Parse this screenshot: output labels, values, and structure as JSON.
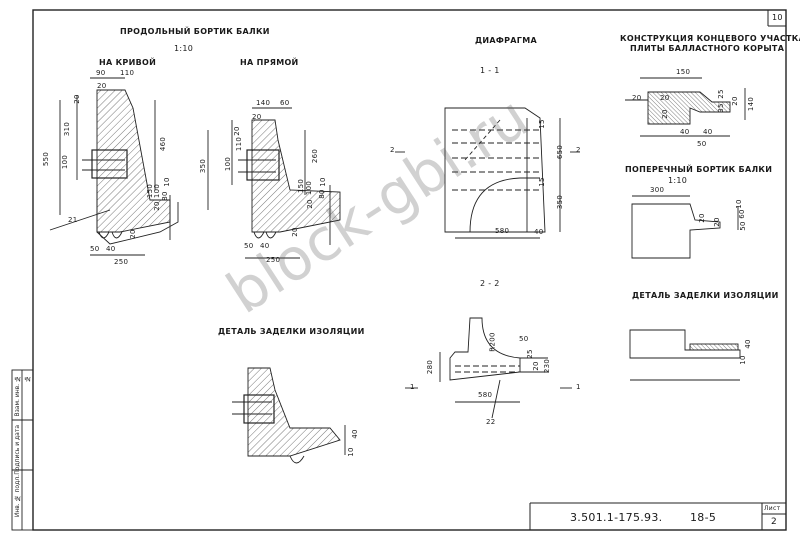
{
  "sheet_corner_number": "10",
  "side_stamp": {
    "cells": [
      "Инв. № подл.",
      "Подпись и дата",
      "Взам. инв. №"
    ],
    "mark": "№"
  },
  "title_block": {
    "code": "3.501.1-175.93.",
    "section": "18-5",
    "list_label": "Лист",
    "list_number": "2"
  },
  "watermark": "block-gbi.ru",
  "views": {
    "longitudinal": {
      "title": "ПРОДОЛЬНЫЙ БОРТИК БАЛКИ",
      "scale": "1:10",
      "curve_title": "НА КРИВОЙ",
      "straight_title": "НА ПРЯМОЙ"
    },
    "diaphragm": {
      "title": "ДИАФРАГМА",
      "section_1": "1 - 1",
      "section_2": "2 - 2"
    },
    "end_section": {
      "title_line1": "КОНСТРУКЦИЯ КОНЦЕВОГО УЧАСТКА",
      "title_line2": "ПЛИТЫ БАЛЛАСТНОГО КОРЫТА"
    },
    "transverse": {
      "title": "ПОПЕРЕЧНЫЙ БОРТИК БАЛКИ",
      "scale": "1:10"
    },
    "insulation_right": {
      "title": "ДЕТАЛЬ ЗАДЕЛКИ ИЗОЛЯЦИИ"
    },
    "insulation_left": {
      "title": "ДЕТАЛЬ ЗАДЕЛКИ ИЗОЛЯЦИИ"
    }
  },
  "dimensions": {
    "curve": [
      "90",
      "110",
      "20",
      "20",
      "310",
      "550",
      "100",
      "460",
      "10",
      "80",
      "20",
      "50",
      "40",
      "250",
      "21",
      "150",
      "100",
      "20"
    ],
    "straight": [
      "140",
      "60",
      "20",
      "110",
      "100",
      "350",
      "260",
      "10",
      "80",
      "20",
      "50",
      "40",
      "250",
      "20",
      "150",
      "100",
      "20"
    ],
    "diaphragm_1": [
      "650",
      "350",
      "580",
      "40",
      "15",
      "15",
      "2",
      "2"
    ],
    "diaphragm_2": [
      "50",
      "R200",
      "280",
      "25",
      "230",
      "580",
      "22",
      "1",
      "1",
      "20"
    ],
    "end": [
      "150",
      "20",
      "20",
      "20",
      "25",
      "35",
      "20",
      "140",
      "40",
      "40",
      "50"
    ],
    "transverse": [
      "300",
      "20",
      "10",
      "60",
      "20",
      "50"
    ],
    "insulation_right": [
      "10",
      "40"
    ],
    "insulation_left": [
      "10",
      "40"
    ]
  }
}
